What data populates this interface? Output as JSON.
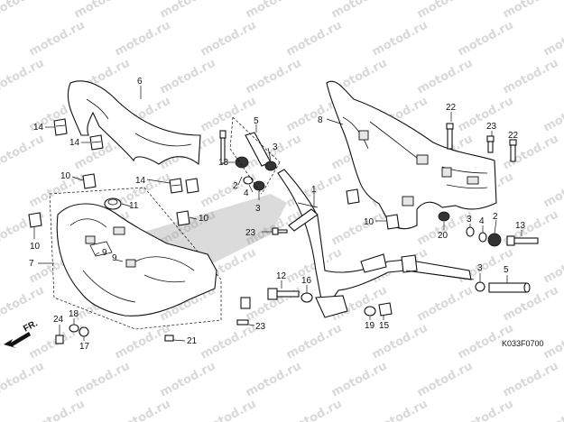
{
  "diagram_code": "K033F0700",
  "direction_label": "FR.",
  "watermark_text": "motod.ru",
  "callouts": [
    {
      "id": "c6",
      "text": "6"
    },
    {
      "id": "c14a",
      "text": "14"
    },
    {
      "id": "c14b",
      "text": "14"
    },
    {
      "id": "c14c",
      "text": "14"
    },
    {
      "id": "c10a",
      "text": "10"
    },
    {
      "id": "c11",
      "text": "11"
    },
    {
      "id": "c10b",
      "text": "10"
    },
    {
      "id": "c10c",
      "text": "10"
    },
    {
      "id": "c7",
      "text": "7"
    },
    {
      "id": "c9a",
      "text": "9"
    },
    {
      "id": "c9b",
      "text": "9"
    },
    {
      "id": "c5a",
      "text": "5"
    },
    {
      "id": "c13a",
      "text": "13"
    },
    {
      "id": "c3a",
      "text": "3"
    },
    {
      "id": "c2a",
      "text": "2"
    },
    {
      "id": "c4a",
      "text": "4"
    },
    {
      "id": "c3b",
      "text": "3"
    },
    {
      "id": "c1",
      "text": "1"
    },
    {
      "id": "c8",
      "text": "8"
    },
    {
      "id": "c22a",
      "text": "22"
    },
    {
      "id": "c23a",
      "text": "23"
    },
    {
      "id": "c22b",
      "text": "22"
    },
    {
      "id": "c10d",
      "text": "10"
    },
    {
      "id": "c20",
      "text": "20"
    },
    {
      "id": "c3c",
      "text": "3"
    },
    {
      "id": "c4b",
      "text": "4"
    },
    {
      "id": "c2b",
      "text": "2"
    },
    {
      "id": "c13b",
      "text": "13"
    },
    {
      "id": "c23b",
      "text": "23"
    },
    {
      "id": "c12",
      "text": "12"
    },
    {
      "id": "c16",
      "text": "16"
    },
    {
      "id": "c3d",
      "text": "3"
    },
    {
      "id": "c5b",
      "text": "5"
    },
    {
      "id": "c19",
      "text": "19"
    },
    {
      "id": "c15",
      "text": "15"
    },
    {
      "id": "c23c",
      "text": "23"
    },
    {
      "id": "c24",
      "text": "24"
    },
    {
      "id": "c18",
      "text": "18"
    },
    {
      "id": "c17",
      "text": "17"
    },
    {
      "id": "c21",
      "text": "21"
    }
  ]
}
